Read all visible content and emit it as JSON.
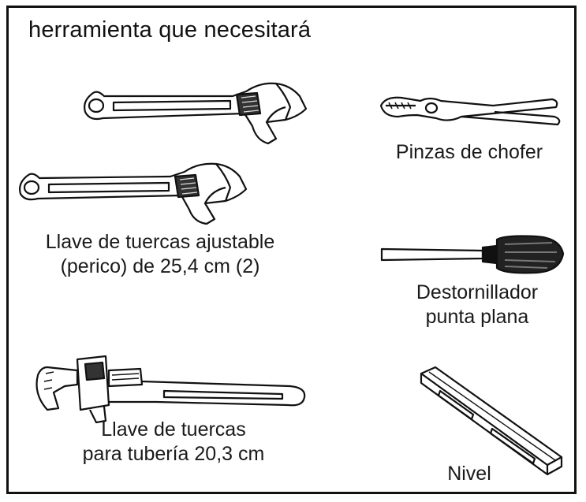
{
  "header": {
    "title": "herramienta que necesitará"
  },
  "tools": {
    "adjustable_wrench": {
      "line1": "Llave de tuercas ajustable",
      "line2": "(perico) de 25,4 cm (2)"
    },
    "pliers": {
      "line1": "Pinzas de chofer"
    },
    "screwdriver": {
      "line1": "Destornillador",
      "line2": "punta plana"
    },
    "pipe_wrench": {
      "line1": "Llave de tuercas",
      "line2": "para tubería 20,3 cm"
    },
    "level": {
      "line1": "Nivel"
    }
  }
}
